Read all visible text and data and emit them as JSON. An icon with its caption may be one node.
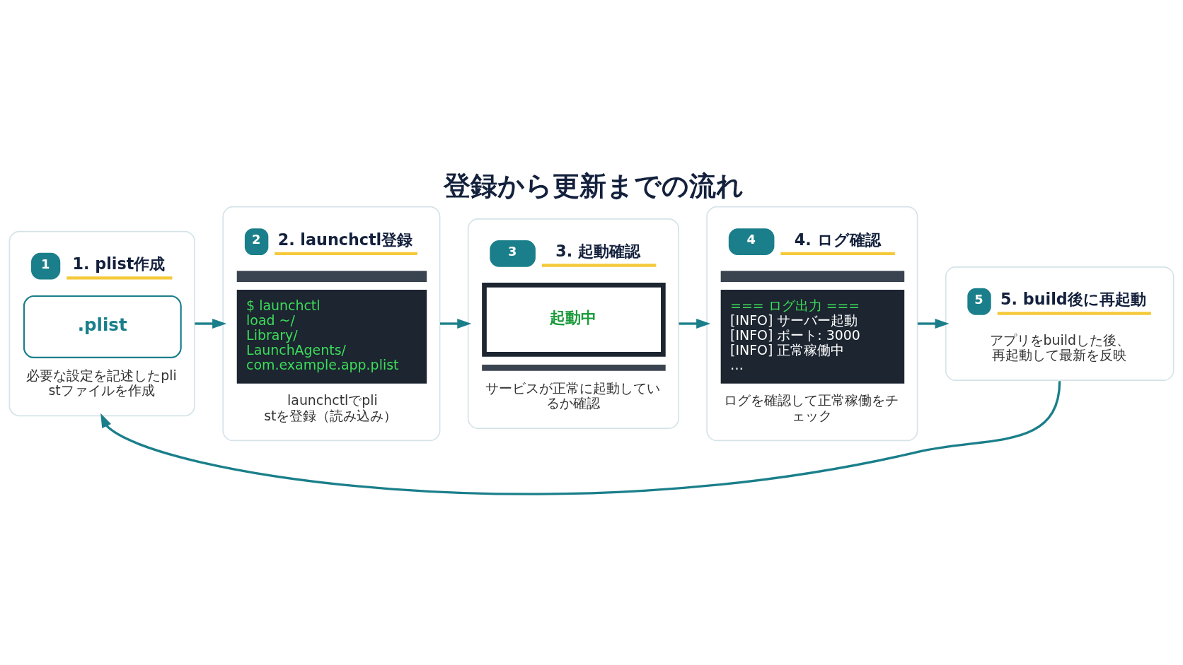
{
  "diagram": {
    "title": "登録から更新までの流れ",
    "nodes": [
      {
        "text": [
          "1",
          "1. plist作成",
          ".plist",
          "必要な設定を記述したplistファイルを作成"
        ]
      },
      {
        "text": [
          "2",
          "2. launchctl登録",
          "$ launchctl load ~/Library/LaunchAgents/com.example.app.plist",
          "launchctlでplistを登録（読み込み）"
        ]
      },
      {
        "text": [
          "3",
          "3. 起動確認",
          "起動中",
          "サービスが正常に起動しているか確認"
        ]
      },
      {
        "text": [
          "4",
          "4. ログ確認",
          "=== ログ出力 ===",
          "[INFO] サーバー起動",
          "[INFO] ポート: 3000",
          "[INFO] 正常稼働中",
          "…",
          "ログを確認して正常稼働をチェック"
        ]
      },
      {
        "text": [
          "5",
          "5. build後に再起動",
          "アプリをbuildした後、再起動して最新を反映"
        ]
      }
    ],
    "edges": [
      {
        "from": 0,
        "to": 1,
        "arrow": "to"
      },
      {
        "from": 1,
        "to": 2,
        "arrow": "to"
      },
      {
        "from": 2,
        "to": 3,
        "arrow": "to"
      },
      {
        "from": 3,
        "to": 4,
        "arrow": "to"
      },
      {
        "from": 4,
        "to": 0,
        "arrow": "to"
      }
    ]
  }
}
